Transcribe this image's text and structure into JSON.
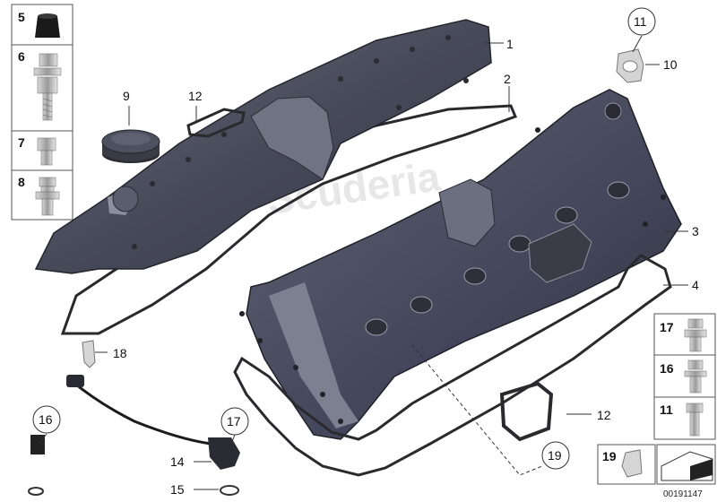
{
  "callouts": {
    "c1": "1",
    "c2": "2",
    "c3": "3",
    "c4": "4",
    "c5": "5",
    "c6": "6",
    "c7": "7",
    "c8": "8",
    "c9": "9",
    "c10": "10",
    "c11": "11",
    "c12a": "12",
    "c12b": "12",
    "c14": "14",
    "c15": "15",
    "c16a": "16",
    "c16b": "16",
    "c17a": "17",
    "c17b": "17",
    "c18": "18",
    "c11b": "11",
    "c19a": "19",
    "c19b": "19"
  },
  "diagram_number": "00191147",
  "watermark": "Scuderia",
  "colors": {
    "cover_dark": "#3e4150",
    "cover_mid": "#5a5d6d",
    "cover_light": "#8c8f9f",
    "gasket": "#2a2a2e",
    "leader": "#333333"
  }
}
